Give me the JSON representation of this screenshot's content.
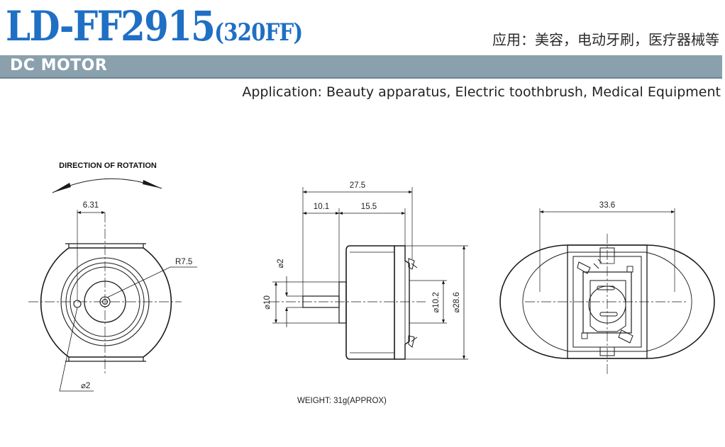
{
  "header": {
    "model": "LD-FF2915",
    "model_sub": "(320FF)",
    "application_cn": "应用：美容，电动牙刷，医疗器械等",
    "category": "DC MOTOR",
    "application_en": "Application: Beauty apparatus, Electric toothbrush, Medical Equipment"
  },
  "front_view": {
    "rotation_label": "DIRECTION OF ROTATION",
    "dim_offset": "6.31",
    "dim_radius": "R7.5",
    "dim_hole": "⌀2"
  },
  "side_view": {
    "dim_total_length": "27.5",
    "dim_shaft_length": "10.1",
    "dim_body_length": "15.5",
    "dim_shaft_dia": "⌀2",
    "dim_boss_dia": "⌀10",
    "dim_inner_dia": "⌀10.2",
    "dim_body_dia": "⌀28.6",
    "weight": "WEIGHT: 31g(APPROX)"
  },
  "rear_view": {
    "dim_width": "33.6"
  },
  "colors": {
    "title_blue": "#1f6fc4",
    "band_gray": "#8aa0ad",
    "line": "#1a1a1a"
  }
}
